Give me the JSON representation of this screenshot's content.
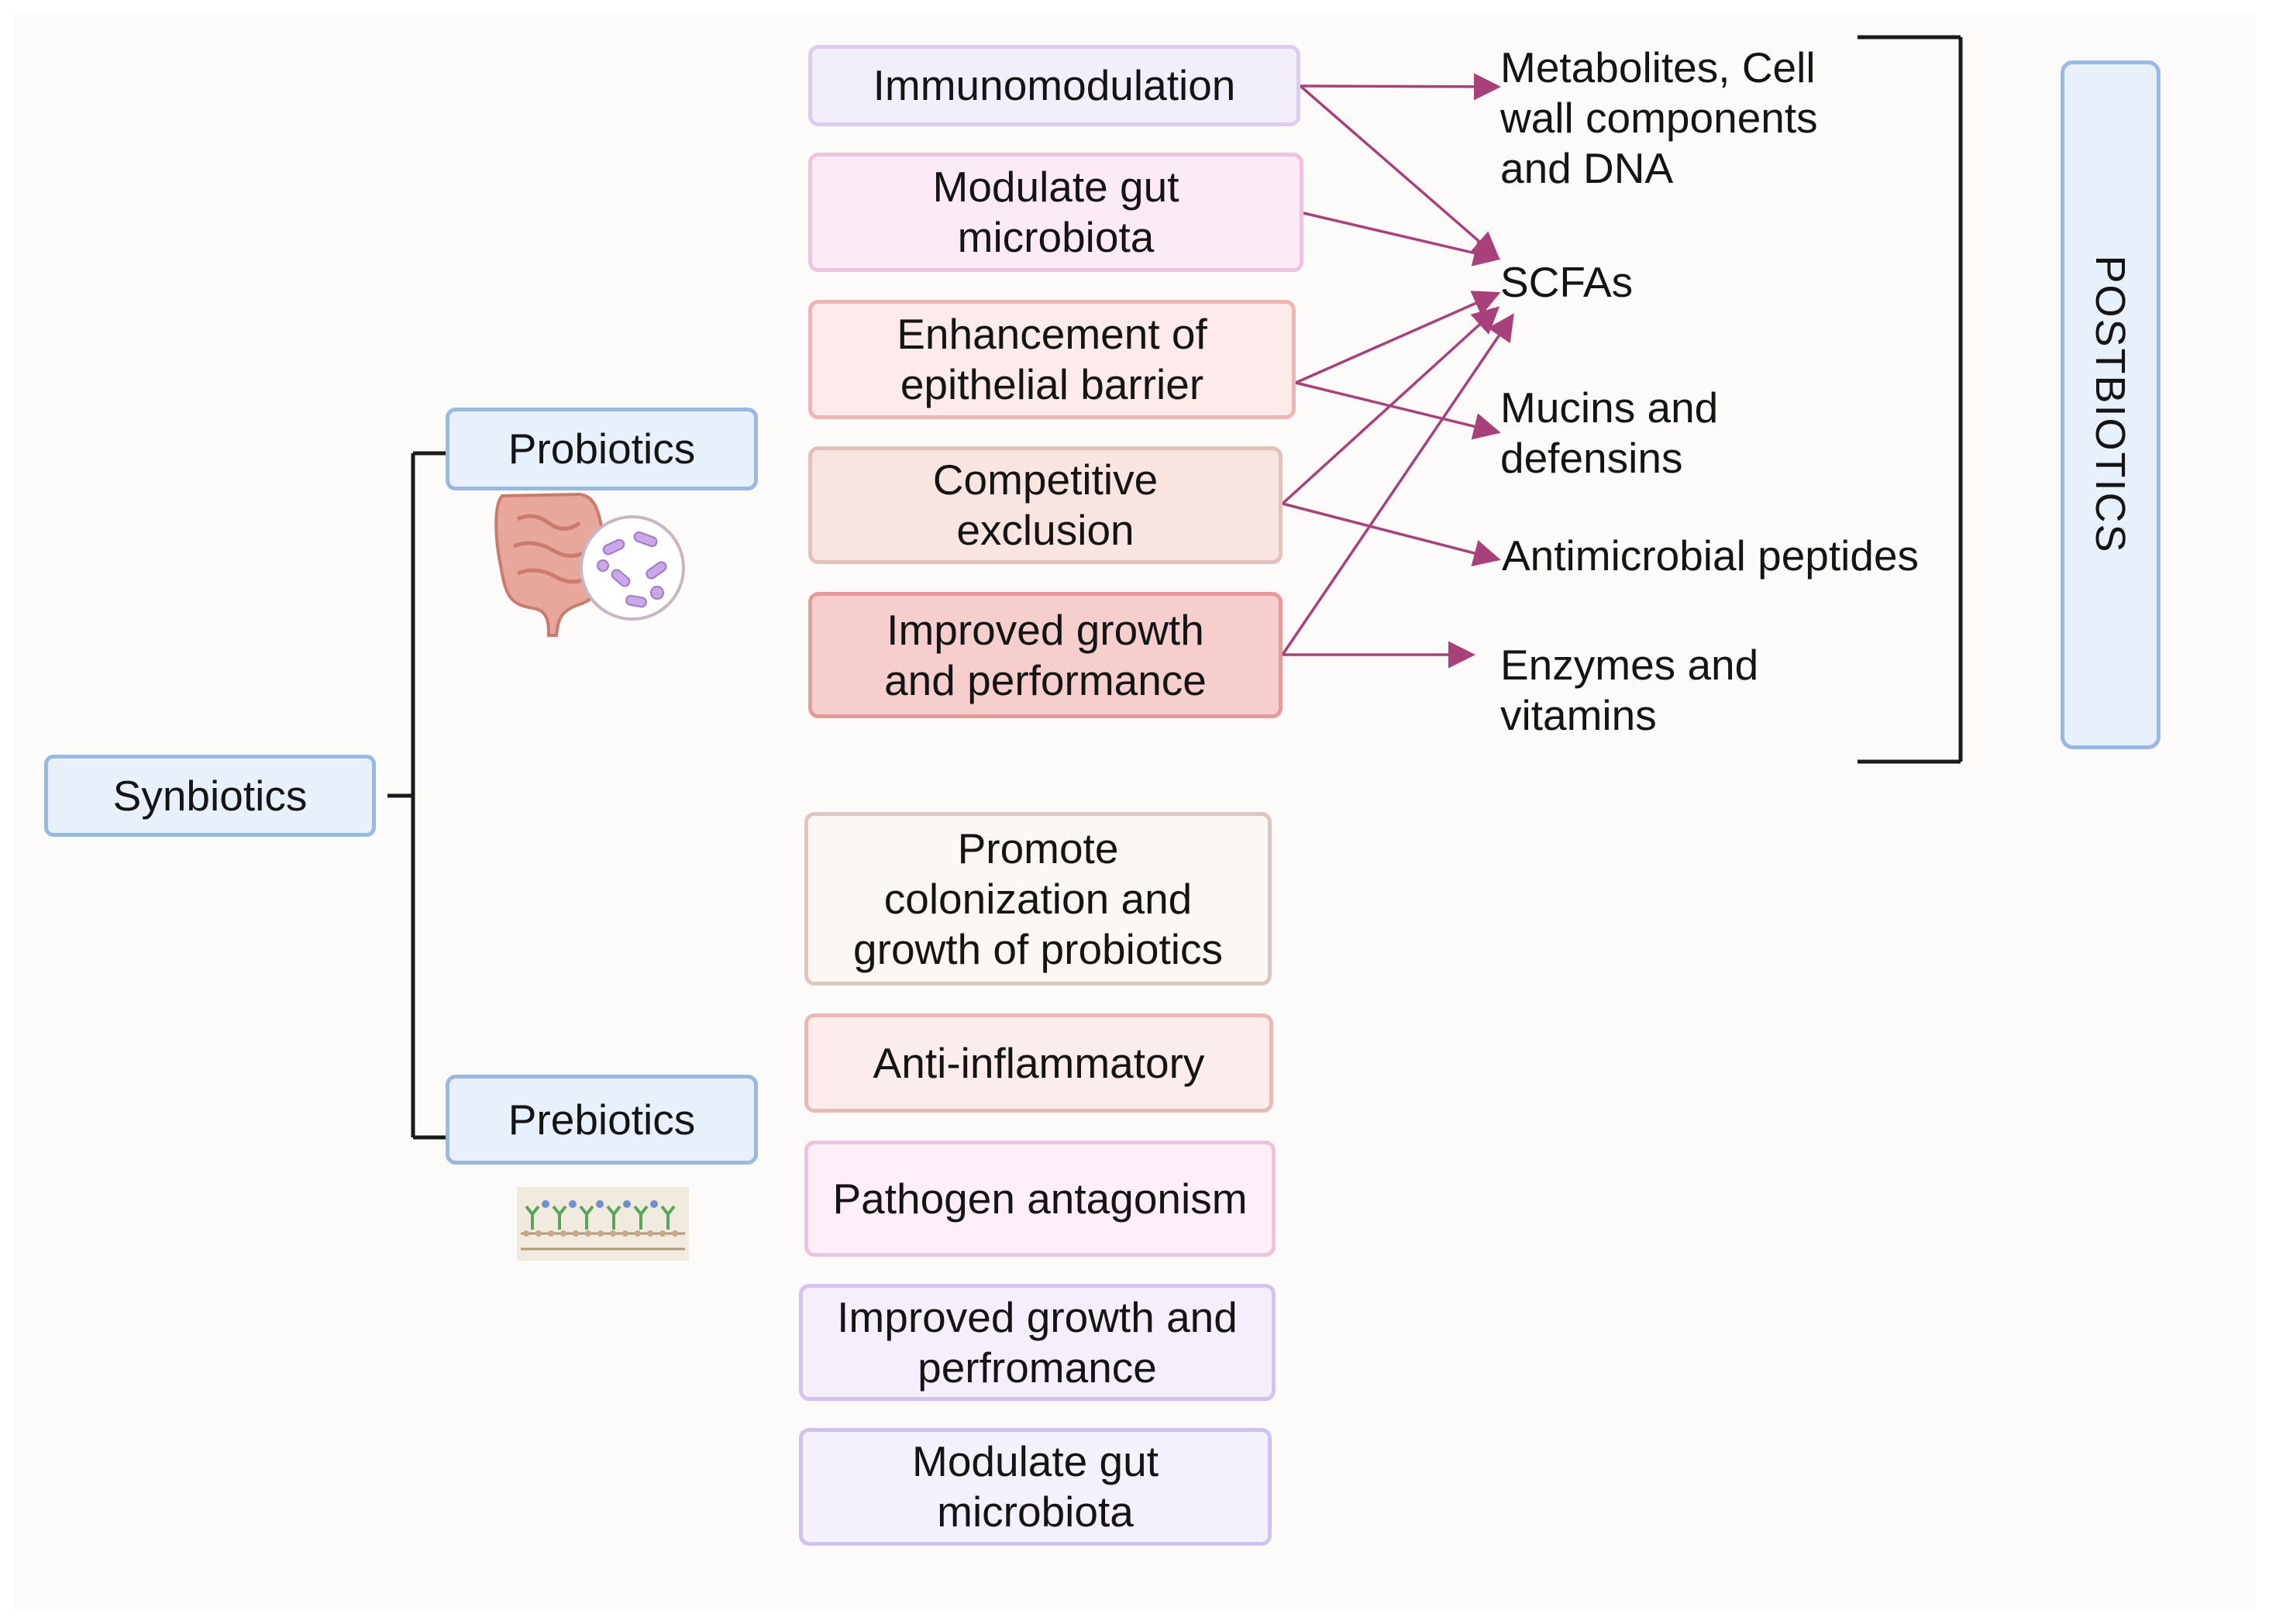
{
  "root": {
    "label": "Synbiotics"
  },
  "probiotics": {
    "label": "Probiotics",
    "icon": "intestine-bacteria-icon",
    "effects": [
      "Immunomodulation",
      "Modulate gut\nmicrobiota",
      "Enhancement of\nepithelial barrier",
      "Competitive\nexclusion",
      "Improved growth\nand performance"
    ]
  },
  "prebiotics": {
    "label": "Prebiotics",
    "icon": "membrane-icon",
    "effects": [
      "Promote\ncolonization and\ngrowth of probiotics",
      "Anti-inflammatory",
      "Pathogen antagonism",
      "Improved growth and\nperfromance",
      "Modulate gut\nmicrobiota"
    ]
  },
  "postbiotics": {
    "label": "POSTBIOTICS",
    "items": [
      "Metabolites, Cell\nwall components\nand DNA",
      "SCFAs",
      "Mucins and\ndefensins",
      "Antimicrobial peptides",
      "Enzymes and\nvitamins"
    ]
  },
  "colors": {
    "arrow": "#a8407a",
    "connector": "#1a1a1a",
    "box_blue_fill": "#e7f0fb",
    "box_blue_border": "#9ab8e4"
  }
}
